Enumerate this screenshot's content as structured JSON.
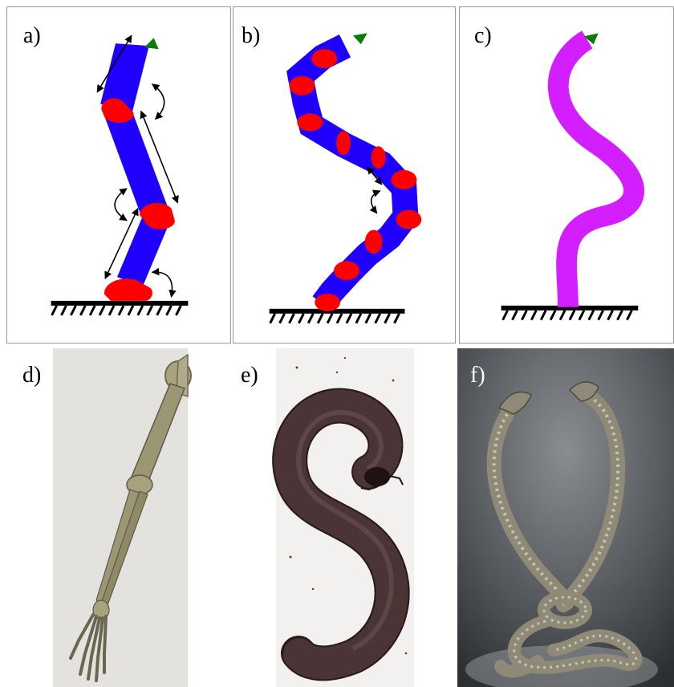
{
  "panels": [
    {
      "label": "a)",
      "subject": "rigid-link robot arm with three links and three revolute joints"
    },
    {
      "label": "b)",
      "subject": "hyper-redundant robot with many short links"
    },
    {
      "label": "c)",
      "subject": "continuum robot"
    },
    {
      "label": "d)",
      "subject": "human arm skeleton"
    },
    {
      "label": "e)",
      "subject": "millipede"
    },
    {
      "label": "f)",
      "subject": "two snakes"
    }
  ],
  "colors": {
    "link": "#1f00ff",
    "joint": "#ff0000",
    "end_effector": "#0a7a0a",
    "continuum": "#d31fff",
    "ground": "#000000",
    "bone": "#9b9673",
    "millipede": "#2a1a1c",
    "snake": "#8f8a78"
  }
}
